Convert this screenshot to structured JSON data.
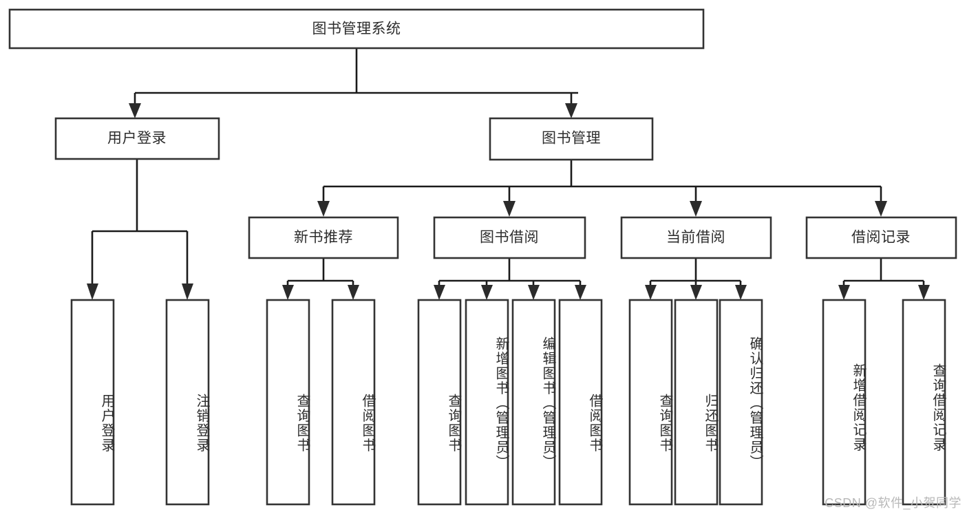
{
  "diagram": {
    "type": "tree-hierarchy",
    "title": "图书管理系统",
    "watermark": "CSDN @软件_小贺同学",
    "colors": {
      "background": "#ffffff",
      "box_stroke": "#333333",
      "connector": "#1a1a1a",
      "text": "#2d2d2d",
      "watermark": "#b8b8b8"
    },
    "root": {
      "label": "图书管理系统",
      "orientation": "horizontal"
    },
    "level2": [
      {
        "label": "用户登录",
        "orientation": "horizontal"
      },
      {
        "label": "图书管理",
        "orientation": "horizontal"
      }
    ],
    "level3": [
      {
        "label": "新书推荐",
        "orientation": "horizontal",
        "parent": "图书管理"
      },
      {
        "label": "图书借阅",
        "orientation": "horizontal",
        "parent": "图书管理"
      },
      {
        "label": "当前借阅",
        "orientation": "horizontal",
        "parent": "图书管理"
      },
      {
        "label": "借阅记录",
        "orientation": "horizontal",
        "parent": "图书管理"
      }
    ],
    "leaves": {
      "user_login": [
        {
          "label": "用户登录",
          "orientation": "vertical"
        },
        {
          "label": "注销登录",
          "orientation": "vertical"
        }
      ],
      "new_book_recommend": [
        {
          "label": "查询图书",
          "orientation": "vertical"
        },
        {
          "label": "借阅图书",
          "orientation": "vertical"
        }
      ],
      "book_borrow": [
        {
          "label": "查询图书",
          "orientation": "vertical"
        },
        {
          "label": "新增图书（管理员）",
          "orientation": "vertical"
        },
        {
          "label": "编辑图书（管理员）",
          "orientation": "vertical"
        },
        {
          "label": "借阅图书",
          "orientation": "vertical"
        }
      ],
      "current_borrow": [
        {
          "label": "查询图书",
          "orientation": "vertical"
        },
        {
          "label": "归还图书",
          "orientation": "vertical"
        },
        {
          "label": "确认归还（管理员）",
          "orientation": "vertical"
        }
      ],
      "borrow_record": [
        {
          "label": "新增借阅记录",
          "orientation": "vertical"
        },
        {
          "label": "查询借阅记录",
          "orientation": "vertical"
        }
      ]
    }
  }
}
